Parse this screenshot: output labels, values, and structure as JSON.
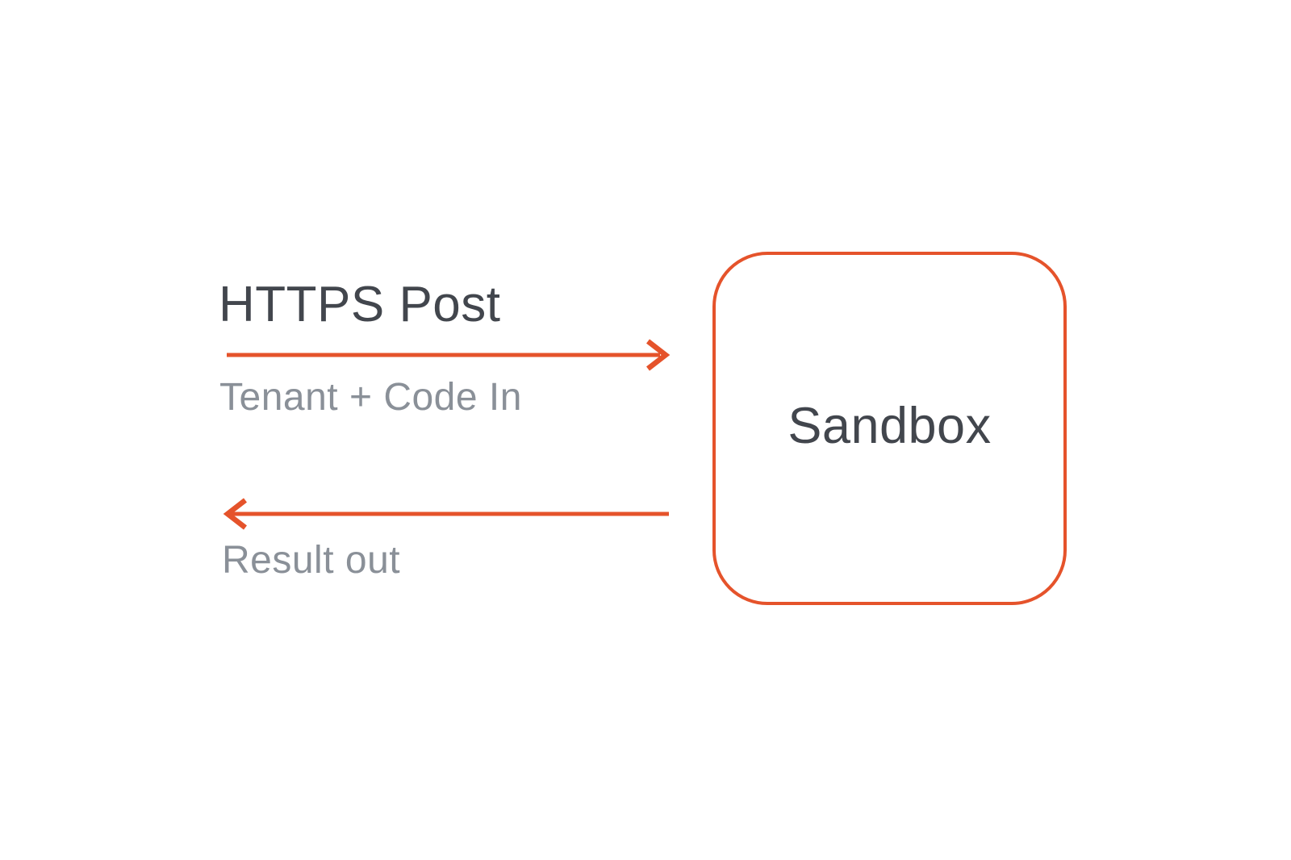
{
  "diagram": {
    "colors": {
      "accent": "#E5532B",
      "heading_text": "#42464D",
      "label_text": "#8A9098",
      "background": "#FFFFFF"
    },
    "request_flow": {
      "title": "HTTPS Post",
      "label": "Tenant + Code In",
      "arrow_direction": "right"
    },
    "response_flow": {
      "label": "Result out",
      "arrow_direction": "left"
    },
    "node": {
      "label": "Sandbox",
      "shape": "rounded-square",
      "border_color": "#E5532B"
    }
  }
}
